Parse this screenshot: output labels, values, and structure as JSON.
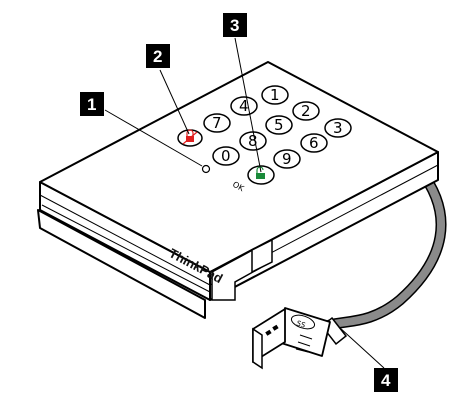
{
  "callouts": [
    {
      "id": "1",
      "label": "1"
    },
    {
      "id": "2",
      "label": "2"
    },
    {
      "id": "3",
      "label": "3"
    },
    {
      "id": "4",
      "label": "4"
    }
  ],
  "device": {
    "brand": "ThinkPad",
    "ok_label": "OK",
    "usb_symbol_text": "SS"
  },
  "keypad": {
    "keys": [
      "1",
      "2",
      "3",
      "4",
      "5",
      "6",
      "7",
      "8",
      "9",
      "0"
    ]
  },
  "colors": {
    "lock_key": "#e02020",
    "unlock_key": "#1a8a3a",
    "callout_bg": "#000000",
    "outline": "#000000",
    "cable": "#8a8a8a"
  }
}
